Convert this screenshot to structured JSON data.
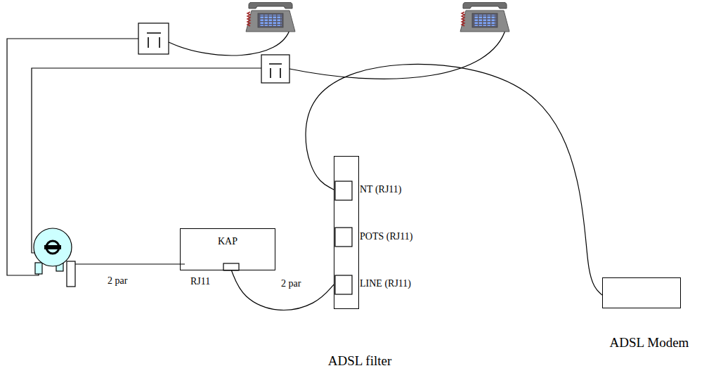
{
  "diagram": {
    "nodes": [
      {
        "text": [
          "KAP"
        ]
      },
      {
        "text": [
          "ADSL filter"
        ]
      },
      {
        "text": [
          "ADSL Modem"
        ]
      }
    ],
    "edges": [
      {
        "from": 0,
        "to": 1,
        "arrow": "none",
        "label": "2 par"
      },
      {
        "from": 1,
        "to": 2,
        "arrow": "none"
      }
    ],
    "labels": [
      "2 par",
      "RJ11",
      "NT (RJ11)",
      "POTS (RJ11)",
      "LINE (RJ11)"
    ]
  }
}
